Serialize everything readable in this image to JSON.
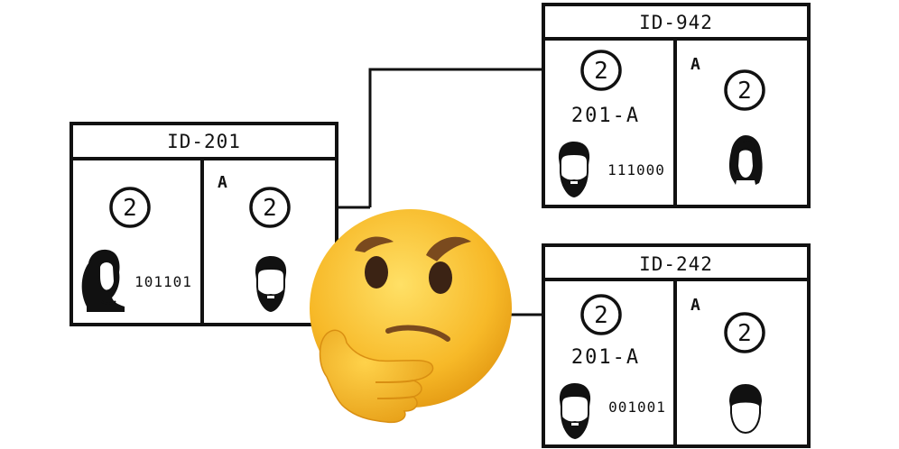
{
  "records": {
    "id201": {
      "title": "ID-201",
      "left": {
        "number": "2",
        "binary": "101101"
      },
      "right": {
        "label": "A",
        "number": "2"
      }
    },
    "id942": {
      "title": "ID-942",
      "left": {
        "number": "2",
        "code": "201-A",
        "binary": "111000"
      },
      "right": {
        "label": "A",
        "number": "2"
      }
    },
    "id242": {
      "title": "ID-242",
      "left": {
        "number": "2",
        "code": "201-A",
        "binary": "001001"
      },
      "right": {
        "label": "A",
        "number": "2"
      }
    }
  },
  "icons": {
    "emoji": "thinking-face-icon",
    "people": [
      "woman-curly-hair-icon",
      "bearded-man-icon",
      "woman-long-hair-icon",
      "man-short-hair-icon"
    ]
  },
  "colors": {
    "ink": "#111111",
    "emoji_face": "#F7B928",
    "emoji_shadow": "#E49A13",
    "emoji_brow": "#7A4A1E",
    "emoji_eye": "#3B2314"
  }
}
